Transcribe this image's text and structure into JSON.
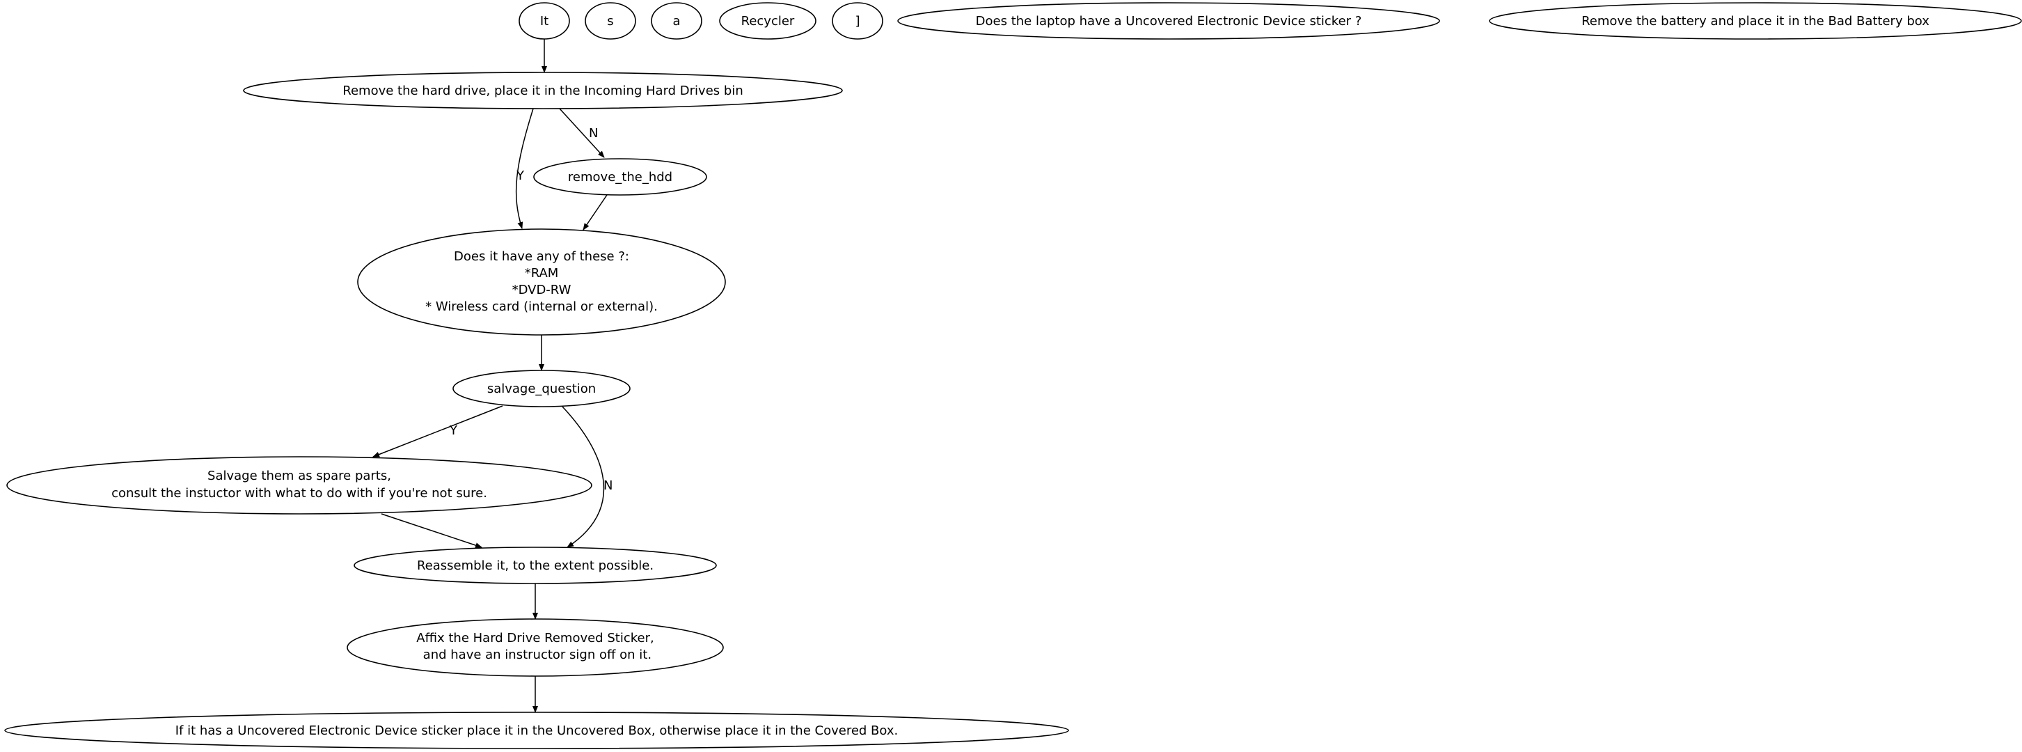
{
  "graph": {
    "nodes": {
      "it": "It",
      "s": "s",
      "a": "a",
      "recycler": "Recycler",
      "bracket": "]",
      "sticker_question": "Does the laptop have a Uncovered Electronic Device sticker ?",
      "remove_battery": "Remove the battery and place it in the Bad Battery box",
      "remove_hdd_text": "Remove the hard drive, place it in the Incoming Hard Drives bin",
      "remove_the_hdd": "remove_the_hdd",
      "components_question": [
        "Does it have any of these ?:",
        "*RAM",
        "*DVD-RW",
        "* Wireless card (internal or external)."
      ],
      "salvage_question": "salvage_question",
      "salvage_parts": [
        "Salvage them as spare parts,",
        "consult the instuctor with what to do with if you're not sure."
      ],
      "reassemble": "Reassemble it, to the extent possible.",
      "affix_sticker": [
        "Affix the Hard Drive Removed Sticker,",
        " and have an instructor sign off on it."
      ],
      "final_box": "If it has a Uncovered Electronic Device sticker place it in the Uncovered Box, otherwise place it in the Covered Box."
    },
    "edge_labels": {
      "hdd_yes": "Y",
      "hdd_no": "N",
      "salvage_yes": "Y",
      "salvage_no": "N"
    }
  }
}
